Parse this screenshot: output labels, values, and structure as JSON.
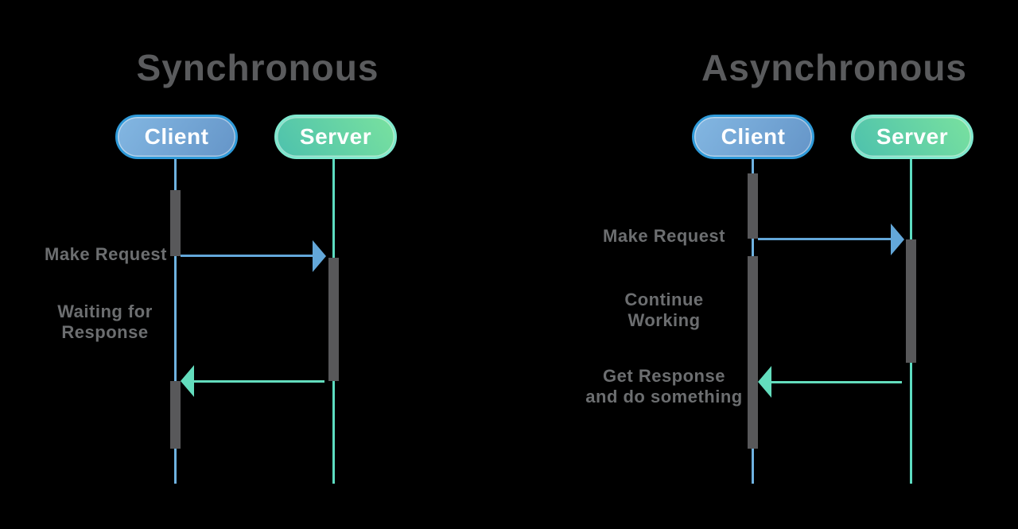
{
  "left_diagram": {
    "title": "Synchronous",
    "client_label": "Client",
    "server_label": "Server",
    "annotations": {
      "make_request": "Make Request",
      "waiting_line1": "Waiting for",
      "waiting_line2": "Response"
    }
  },
  "right_diagram": {
    "title": "Asynchronous",
    "client_label": "Client",
    "server_label": "Server",
    "annotations": {
      "make_request": "Make Request",
      "continue_line1": "Continue",
      "continue_line2": "Working",
      "response_line1": "Get Response",
      "response_line2": "and do something"
    }
  },
  "colors": {
    "background": "#000000",
    "title_text": "#5a5b5d",
    "annotation_text": "#6c6e70",
    "client_accent": "#2f9ad9",
    "client_fill_start": "#83b7e2",
    "client_fill_end": "#6595c8",
    "server_accent": "#7fe9cf",
    "server_fill_start": "#4dc1ad",
    "server_fill_end": "#79e19f",
    "client_lifeline": "#6fb2e0",
    "server_lifeline": "#5ddcc1",
    "activation_bar": "#58585a",
    "request_arrow": "#63a7d9",
    "response_arrow": "#63ddbd"
  }
}
